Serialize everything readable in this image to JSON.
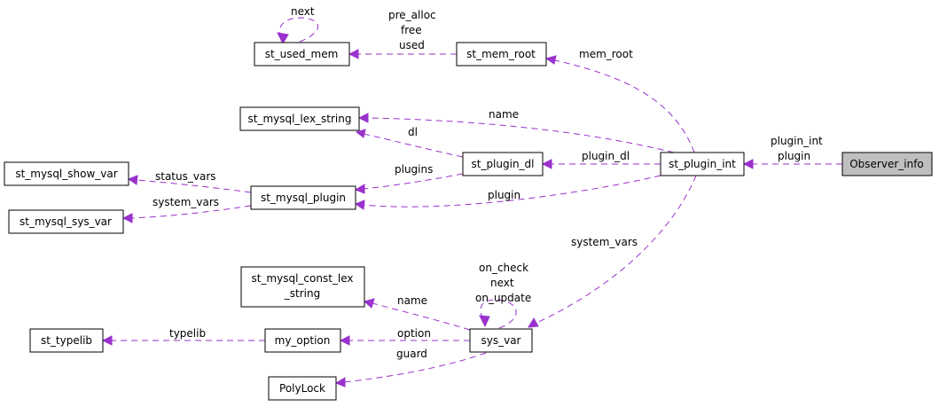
{
  "nodes": {
    "st_used_mem": "st_used_mem",
    "st_mem_root": "st_mem_root",
    "st_mysql_lex_string": "st_mysql_lex_string",
    "st_plugin_dl": "st_plugin_dl",
    "st_plugin_int": "st_plugin_int",
    "observer_info": "Observer_info",
    "st_mysql_show_var": "st_mysql_show_var",
    "st_mysql_plugin": "st_mysql_plugin",
    "st_mysql_sys_var": "st_mysql_sys_var",
    "st_mysql_const_lex_string_1": "st_mysql_const_lex",
    "st_mysql_const_lex_string_2": "_string",
    "st_typelib": "st_typelib",
    "my_option": "my_option",
    "sys_var": "sys_var",
    "polylock": "PolyLock"
  },
  "edge_labels": {
    "next": "next",
    "pre_alloc": "pre_alloc",
    "free": "free",
    "used": "used",
    "mem_root": "mem_root",
    "name_lex": "name",
    "dl": "dl",
    "plugin_dl": "plugin_dl",
    "plugin_int": "plugin_int",
    "plugin_obs": "plugin",
    "status_vars": "status_vars",
    "plugins": "plugins",
    "system_vars_plugin": "system_vars",
    "plugin_int_to_plugin": "plugin",
    "system_vars_sysvar": "system_vars",
    "on_check": "on_check",
    "next_sysvar": "next",
    "on_update": "on_update",
    "name_const": "name",
    "typelib": "typelib",
    "option": "option",
    "guard": "guard"
  },
  "colors": {
    "edge": "#9a32cd",
    "highlight_node": "#bfbfbf",
    "node_border": "#000000"
  }
}
